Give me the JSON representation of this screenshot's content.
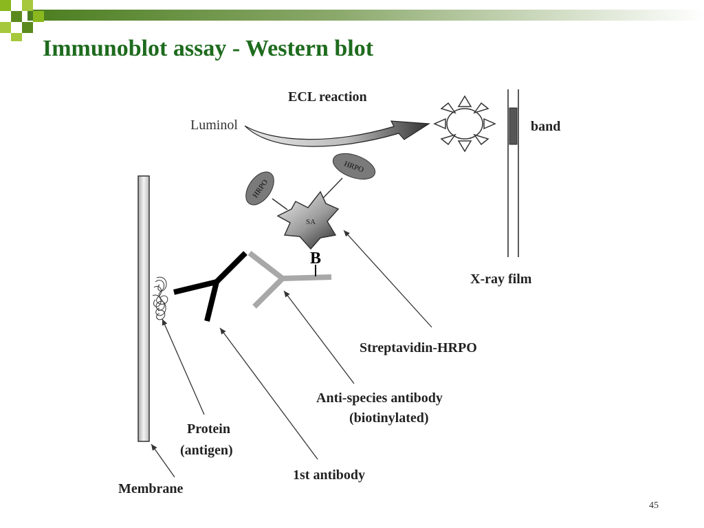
{
  "slide": {
    "title": "Immunoblot assay - Western blot",
    "page_number": "45"
  },
  "diagram": {
    "ecl_reaction": "ECL reaction",
    "luminol": "Luminol",
    "band": "band",
    "xray_film": "X-ray film",
    "hrpo_left": "HRPO",
    "hrpo_right": "HRPO",
    "sa": "SA",
    "biotin": "B",
    "streptavidin_hrpo": "Streptavidin-HRPO",
    "anti_species_line1": "Anti-species antibody",
    "anti_species_line2": "(biotinylated)",
    "protein_line1": "Protein",
    "protein_line2": "(antigen)",
    "first_antibody": "1st antibody",
    "membrane": "Membrane"
  },
  "colors": {
    "title_green": "#1e6b1e",
    "primary_antibody": "#000000",
    "secondary_antibody": "#a8a8a8",
    "hrpo_fill": "#7a7a7a",
    "band_fill": "#555555"
  }
}
